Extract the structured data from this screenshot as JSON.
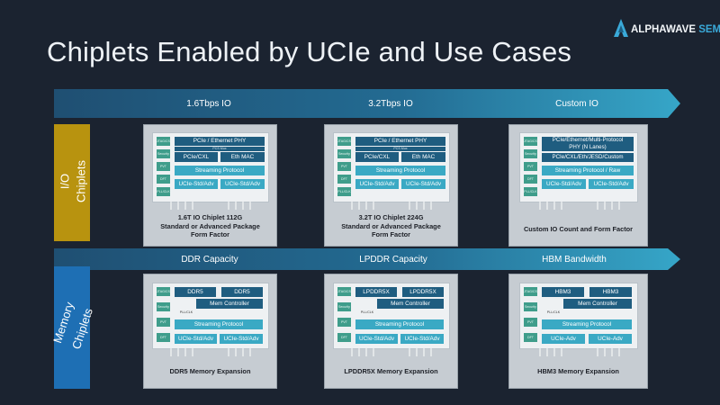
{
  "title": "Chiplets Enabled by UCIe and Use Cases",
  "logo": {
    "word1": "ALPHAWAVE",
    "word2": "SEMI"
  },
  "colors": {
    "background": "#1b2330",
    "io_side": "#b8930f",
    "mem_side": "#1e6fb4",
    "banner_light": "#3aa9c4",
    "banner_dark": "#1f4f72",
    "block_navy": "#1f5d80",
    "block_teal": "#3aa9c4",
    "mini_green": "#3f9d8b"
  },
  "rows": {
    "io": {
      "side_label_1": "I/O",
      "side_label_2": "Chiplets",
      "bands": [
        "1.6Tbps IO",
        "3.2Tbps IO",
        "Custom IO"
      ],
      "cards": [
        {
          "minis": [
            "JTAG/CSR",
            "Security",
            "PVT",
            "DFT",
            "PLL/CLK"
          ],
          "phy": "PCIe / Ethernet PHY",
          "mux": "PCS Mux",
          "left": "PCIe/CXL",
          "right": "Eth MAC",
          "stream": "Streaming Protocol",
          "ucie1": "UCIe-Std/Adv",
          "ucie2": "UCIe-Std/Adv",
          "caption": [
            "1.6T IO Chiplet 112G",
            "Standard or Advanced Package",
            "Form Factor"
          ]
        },
        {
          "minis": [
            "JTAG/CSR",
            "Security",
            "PVT",
            "DFT",
            "PLL/CLK"
          ],
          "phy": "PCIe / Ethernet PHY",
          "mux": "PCS Mux",
          "left": "PCIe/CXL",
          "right": "Eth MAC",
          "stream": "Streaming Protocol",
          "ucie1": "UCIe-Std/Adv",
          "ucie2": "UCIe-Std/Adv",
          "caption": [
            "3.2T IO Chiplet 224G",
            "Standard or Advanced Package",
            "Form Factor"
          ]
        },
        {
          "minis": [
            "JTAG/CSR",
            "Security",
            "PVT",
            "DFT",
            "PLL/CLK"
          ],
          "phy1": "PCIe/Ethernet/Multi-Protocol",
          "phy2": "PHY (N Lanes)",
          "custom": "PCIe/CXL/Eth/JESD/Custom",
          "stream": "Streaming Protocol / Raw",
          "ucie1": "UCIe-Std/Adv",
          "ucie2": "UCIe-Std/Adv",
          "caption": [
            "Custom IO Count and Form Factor"
          ]
        }
      ]
    },
    "memory": {
      "side_label_1": "Memory",
      "side_label_2": "Chiplets",
      "bands": [
        "DDR Capacity",
        "LPDDR Capacity",
        "HBM Bandwidth"
      ],
      "cards": [
        {
          "minis": [
            "JTAG/CSR",
            "Security",
            "PVT",
            "DFT"
          ],
          "pll": "PLL/CLK",
          "mem1": "DDR5",
          "mem2": "DDR5",
          "ctrl": "Mem Controller",
          "stream": "Streaming Protocol",
          "ucie1": "UCIe-Std/Adv",
          "ucie2": "UCIe-Std/Adv",
          "caption": [
            "DDR5 Memory Expansion"
          ]
        },
        {
          "minis": [
            "JTAG/CSR",
            "Security",
            "PVT",
            "DFT"
          ],
          "pll": "PLL/CLK",
          "mem1": "LPDDR5X",
          "mem2": "LPDDR5X",
          "ctrl": "Mem Controller",
          "stream": "Streaming Protocol",
          "ucie1": "UCIe-Std/Adv",
          "ucie2": "UCIe-Std/Adv",
          "caption": [
            "LPDDR5X Memory Expansion"
          ]
        },
        {
          "minis": [
            "JTAG/CSR",
            "Security",
            "PVT",
            "DFT"
          ],
          "pll": "PLL/CLK",
          "mem1": "HBM3",
          "mem2": "HBM3",
          "ctrl": "Mem Controller",
          "stream": "Streaming Protocol",
          "ucie1": "UCIe-Adv",
          "ucie2": "UCIe-Adv",
          "caption": [
            "HBM3 Memory Expansion"
          ]
        }
      ]
    }
  }
}
